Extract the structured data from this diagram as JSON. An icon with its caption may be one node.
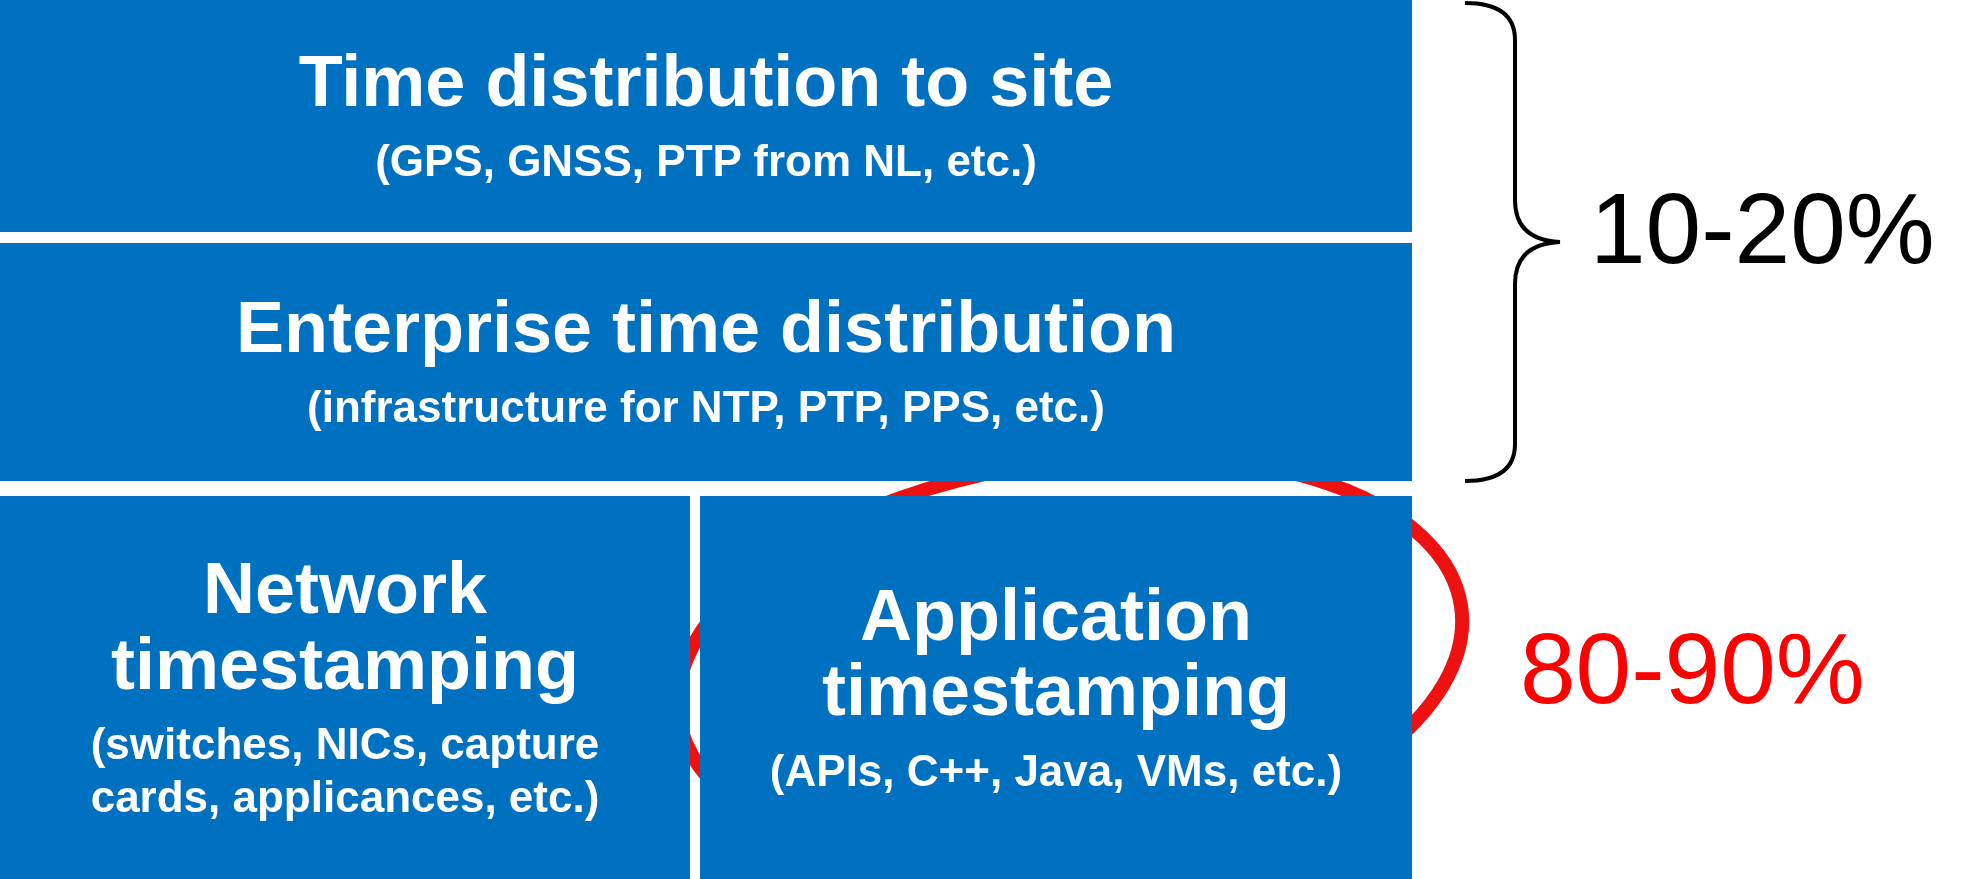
{
  "diagram": {
    "nodes": [
      {
        "text": [
          "Time distribution to site",
          "(GPS, GNSS, PTP from NL, etc.)"
        ]
      },
      {
        "text": [
          "Enterprise time distribution",
          "(infrastructure for NTP, PTP, PPS, etc.)"
        ]
      },
      {
        "text": [
          "Network timestamping",
          "(switches, NICs, capture cards, applicances, etc.)"
        ]
      },
      {
        "text": [
          "Application timestamping",
          "(APIs, C++, Java, VMs, etc.)"
        ]
      }
    ],
    "labels": [
      "10-20%",
      "80-90%"
    ]
  }
}
